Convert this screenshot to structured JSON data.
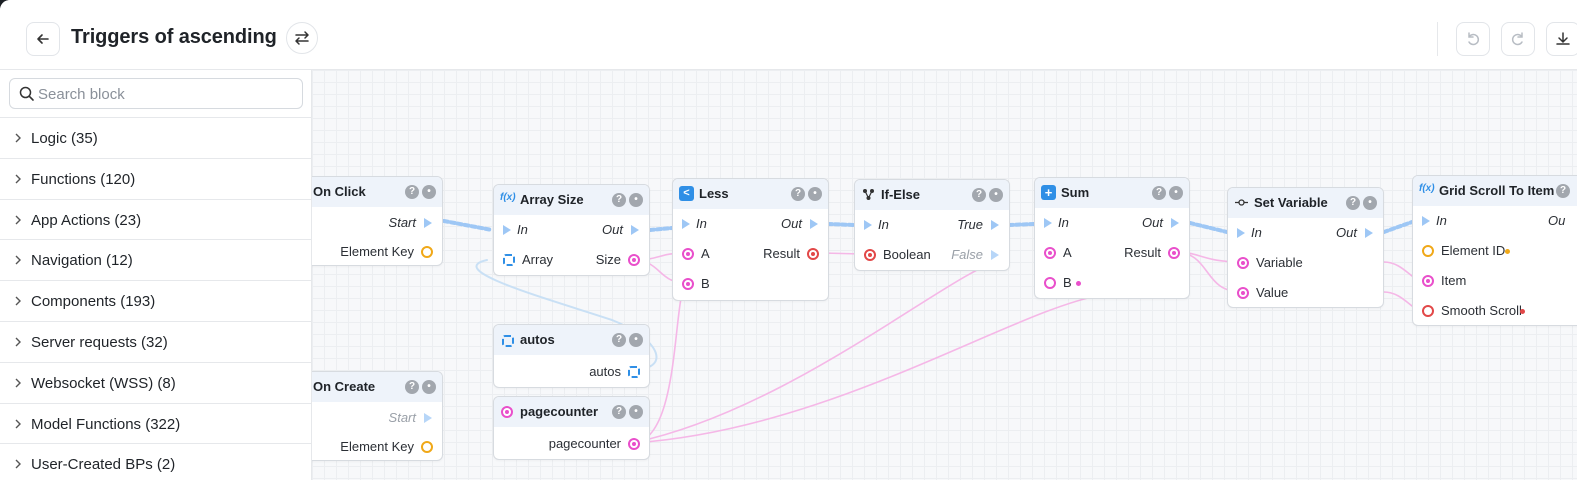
{
  "header": {
    "title": "Triggers of ascending"
  },
  "sidebar": {
    "search_placeholder": "Search block",
    "categories": [
      {
        "label": "Logic (35)"
      },
      {
        "label": "Functions (120)"
      },
      {
        "label": "App Actions (23)"
      },
      {
        "label": "Navigation (12)"
      },
      {
        "label": "Components (193)"
      },
      {
        "label": "Server requests (32)"
      },
      {
        "label": "Websocket (WSS) (8)"
      },
      {
        "label": "Model Functions (322)"
      },
      {
        "label": "User-Created BPs (2)"
      }
    ]
  },
  "nodes": {
    "on_click": {
      "title": "On Click",
      "start": "Start",
      "element_key": "Element Key"
    },
    "on_create": {
      "title": "On Create",
      "start": "Start",
      "element_key": "Element Key"
    },
    "array_size": {
      "title": "Array Size",
      "in": "In",
      "out": "Out",
      "array": "Array",
      "size": "Size"
    },
    "autos": {
      "title": "autos",
      "out": "autos"
    },
    "pagecounter": {
      "title": "pagecounter",
      "out": "pagecounter"
    },
    "less": {
      "title": "Less",
      "in": "In",
      "out": "Out",
      "a": "A",
      "b": "B",
      "result": "Result"
    },
    "if_else": {
      "title": "If-Else",
      "in": "In",
      "true": "True",
      "boolean": "Boolean",
      "false": "False"
    },
    "sum": {
      "title": "Sum",
      "in": "In",
      "out": "Out",
      "a": "A",
      "b": "B",
      "result": "Result"
    },
    "set_variable": {
      "title": "Set Variable",
      "in": "In",
      "out": "Out",
      "variable": "Variable",
      "value": "Value"
    },
    "grid_scroll": {
      "title": "Grid Scroll To Item",
      "in": "In",
      "out": "Ou",
      "element_id": "Element ID",
      "item": "Item",
      "smooth_scroll": "Smooth Scroll"
    }
  },
  "colors": {
    "exec": "#9ec7f5",
    "data_pink": "#e94fcb",
    "data_red": "#e24848",
    "data_orange": "#f0a818",
    "array_blue": "#2f8fe6"
  }
}
